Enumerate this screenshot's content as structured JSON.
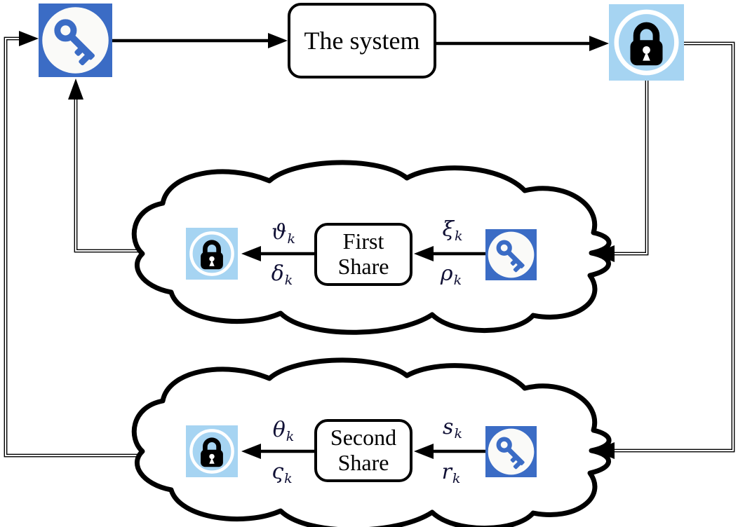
{
  "system_box": {
    "label": "The system"
  },
  "clouds": [
    {
      "name": "first-share-cloud",
      "box_line1": "First",
      "box_line2": "Share",
      "out_top": "ϑ",
      "out_bottom": "δ",
      "in_top": "ξ",
      "in_bottom": "ρ",
      "sub": "k"
    },
    {
      "name": "second-share-cloud",
      "box_line1": "Second",
      "box_line2": "Share",
      "out_top": "θ",
      "out_bottom": "ς",
      "in_top": "s",
      "in_bottom": "r",
      "sub": "k"
    }
  ],
  "icons": {
    "key": "key-icon",
    "lock": "lock-icon"
  },
  "colors": {
    "key_blue": "#3b6cc5",
    "lock_blue": "#a6d4f2",
    "wire": "#000000",
    "background": "#ffffff"
  }
}
